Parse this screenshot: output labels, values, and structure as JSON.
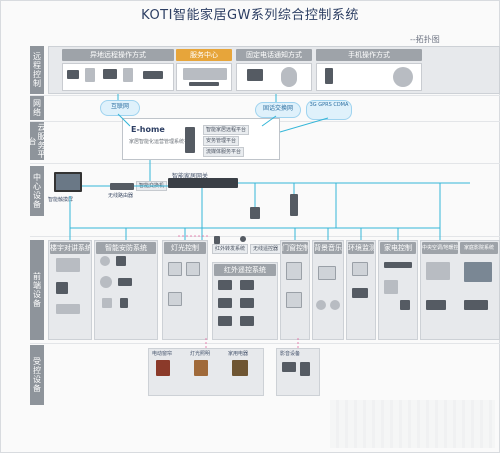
{
  "title": "KOTI智能家居GW系列综合控制系统",
  "subtitle": "--拓扑图",
  "bands": [
    {
      "label": "远程控制"
    },
    {
      "label": "网络"
    },
    {
      "label": "云服务平台"
    },
    {
      "label": "中心设备"
    },
    {
      "label": "前端设备"
    },
    {
      "label": "受控设备"
    }
  ],
  "remote": {
    "sections": [
      {
        "label": "异地远程操作方式"
      },
      {
        "label": "服务中心"
      },
      {
        "label": "固定电话通知方式"
      },
      {
        "label": "手机操作方式"
      }
    ]
  },
  "network": {
    "internet": "互联网",
    "telecom": "固话交换网",
    "mobile": "3G GPRS CDMA"
  },
  "cloud": {
    "brand": "E-home",
    "desc": "家居智能化运营管理系统平台",
    "services": [
      "智能家居远程平台",
      "安务管理平台",
      "流媒体服务平台"
    ]
  },
  "center": {
    "gateway": "智能家居网关",
    "router": "无线路由器",
    "switch": "智能交换机",
    "panel": "智能触摸屏"
  },
  "front": {
    "groups": [
      {
        "label": "楼宇对讲系统"
      },
      {
        "label": "智能安防系统"
      },
      {
        "label": "灯光控制"
      },
      {
        "label": "红外遥控系统"
      },
      {
        "label": "门窗控制"
      },
      {
        "label": "背景音乐系统"
      },
      {
        "label": "环境监测"
      },
      {
        "label": "家电控制"
      },
      {
        "label": "中央空调/地暖控制系统"
      },
      {
        "label": "家庭影院系统"
      }
    ],
    "center_tags": [
      "红外转发系统",
      "无线遥控器"
    ]
  },
  "controlled": {
    "groups": [
      {
        "label": "电动窗帘"
      },
      {
        "label": "灯光照明"
      },
      {
        "label": "家用电器"
      },
      {
        "label": "影音设备"
      }
    ]
  },
  "colors": {
    "accent": "#e7a53a",
    "side": "#8e949b",
    "line": "#34b6d8",
    "title": "#2c3e63"
  }
}
